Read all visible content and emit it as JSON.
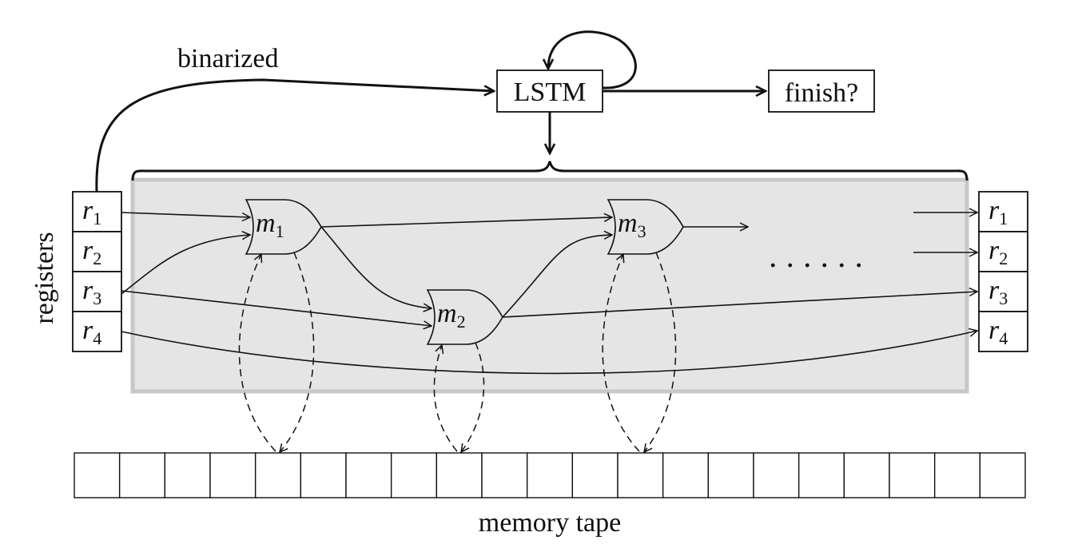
{
  "controller": {
    "lstm_label": "LSTM",
    "finish_label": "finish?",
    "input_label": "binarized"
  },
  "registers": {
    "side_label": "registers",
    "left": [
      {
        "base": "r",
        "sub": "1"
      },
      {
        "base": "r",
        "sub": "2"
      },
      {
        "base": "r",
        "sub": "3"
      },
      {
        "base": "r",
        "sub": "4"
      }
    ],
    "right": [
      {
        "base": "r",
        "sub": "1"
      },
      {
        "base": "r",
        "sub": "2"
      },
      {
        "base": "r",
        "sub": "3"
      },
      {
        "base": "r",
        "sub": "4"
      }
    ]
  },
  "modules": [
    {
      "base": "m",
      "sub": "1"
    },
    {
      "base": "m",
      "sub": "2"
    },
    {
      "base": "m",
      "sub": "3"
    }
  ],
  "ellipsis": "· · · · · ·",
  "memory": {
    "label": "memory tape",
    "cell_count": 21
  }
}
